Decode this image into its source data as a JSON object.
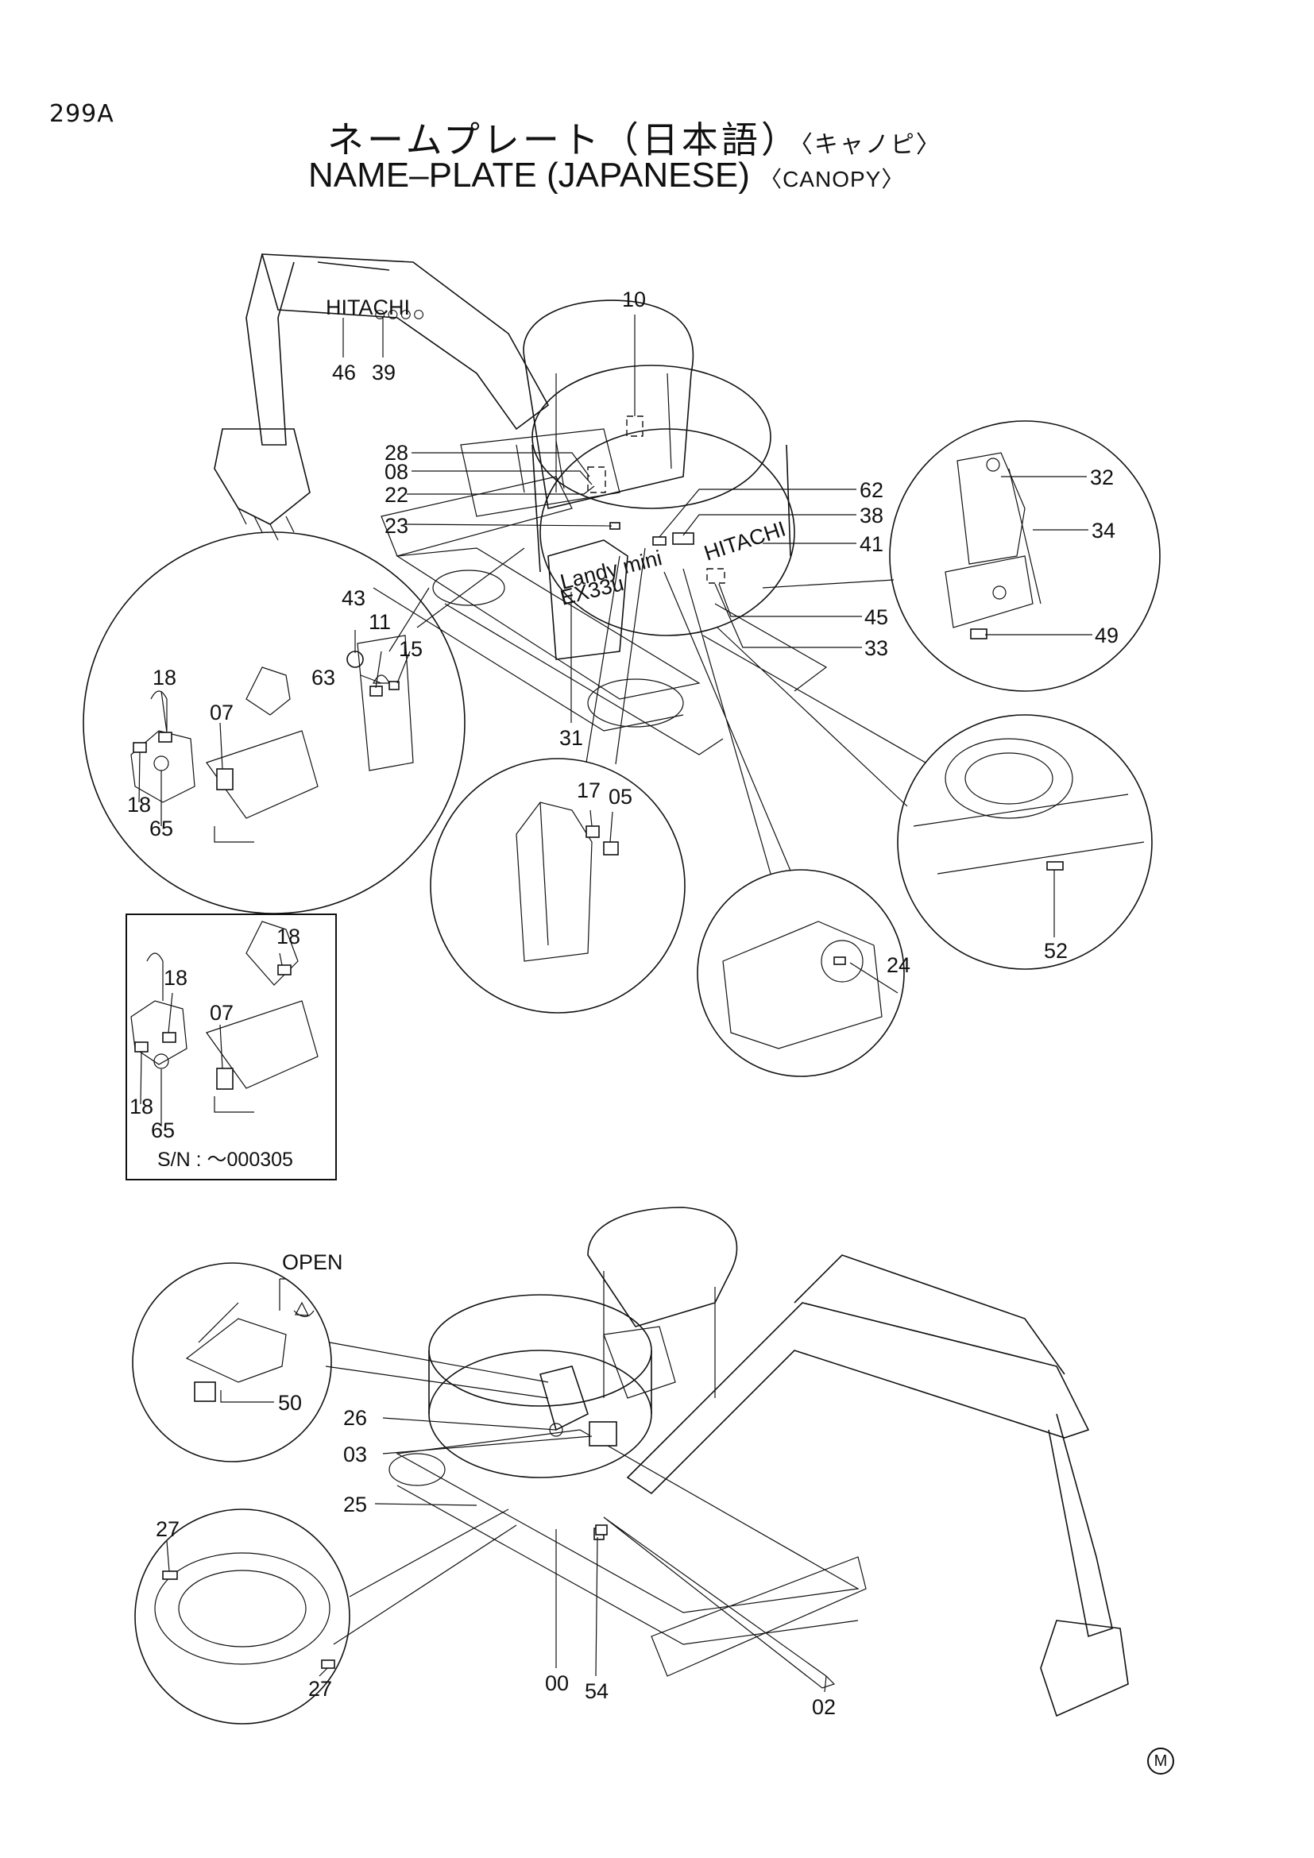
{
  "page_number": "299A",
  "title": {
    "japanese": "ネームプレート（日本語）",
    "japanese_variant": "〈キャノピ〉",
    "english": "NAME–PLATE (JAPANESE)",
    "english_variant": "〈CANOPY〉"
  },
  "part_labels": {
    "p10": "10",
    "p46": "46",
    "p39": "39",
    "p28": "28",
    "p08": "08",
    "p22": "22",
    "p23": "23",
    "p62": "62",
    "p38": "38",
    "p41": "41",
    "p45": "45",
    "p33": "33",
    "p32": "32",
    "p34": "34",
    "p49": "49",
    "p43": "43",
    "p11": "11",
    "p15": "15",
    "p63": "63",
    "p18a": "18",
    "p07a": "07",
    "p18b": "18",
    "p65a": "65",
    "p31": "31",
    "p17": "17",
    "p05": "05",
    "p24": "24",
    "p52": "52",
    "p18c": "18",
    "p18d": "18",
    "p07b": "07",
    "p18e": "18",
    "p65b": "65",
    "p50": "50",
    "p26": "26",
    "p03": "03",
    "p25": "25",
    "p27a": "27",
    "p27b": "27",
    "p00": "00",
    "p54": "54",
    "p02": "02"
  },
  "machine_texts": {
    "boom_brand": "HITACHI",
    "body_brand": "HITACHI",
    "model_line1": "Landy mini",
    "model_line2": "EX33u",
    "open_label": "OPEN"
  },
  "serial_range": "S/N :  ～000305",
  "corner_mark": "M"
}
